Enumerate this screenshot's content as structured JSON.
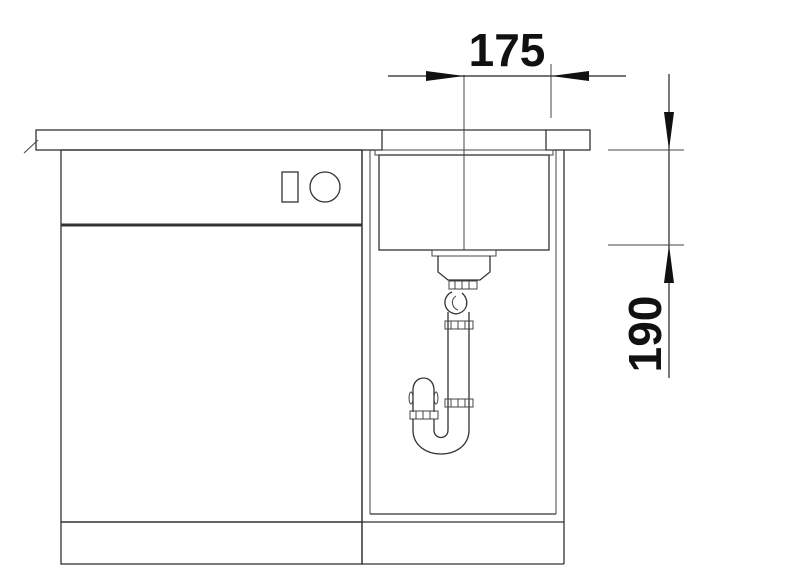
{
  "diagram": {
    "type": "technical-drawing",
    "subject": "undermount kitchen sink in base cabinet beside dishwasher",
    "dimensions": {
      "width": {
        "value": "175"
      },
      "depth": {
        "value": "190"
      }
    },
    "colors": {
      "line": "#333333",
      "background": "#ffffff",
      "text": "#111111"
    }
  }
}
